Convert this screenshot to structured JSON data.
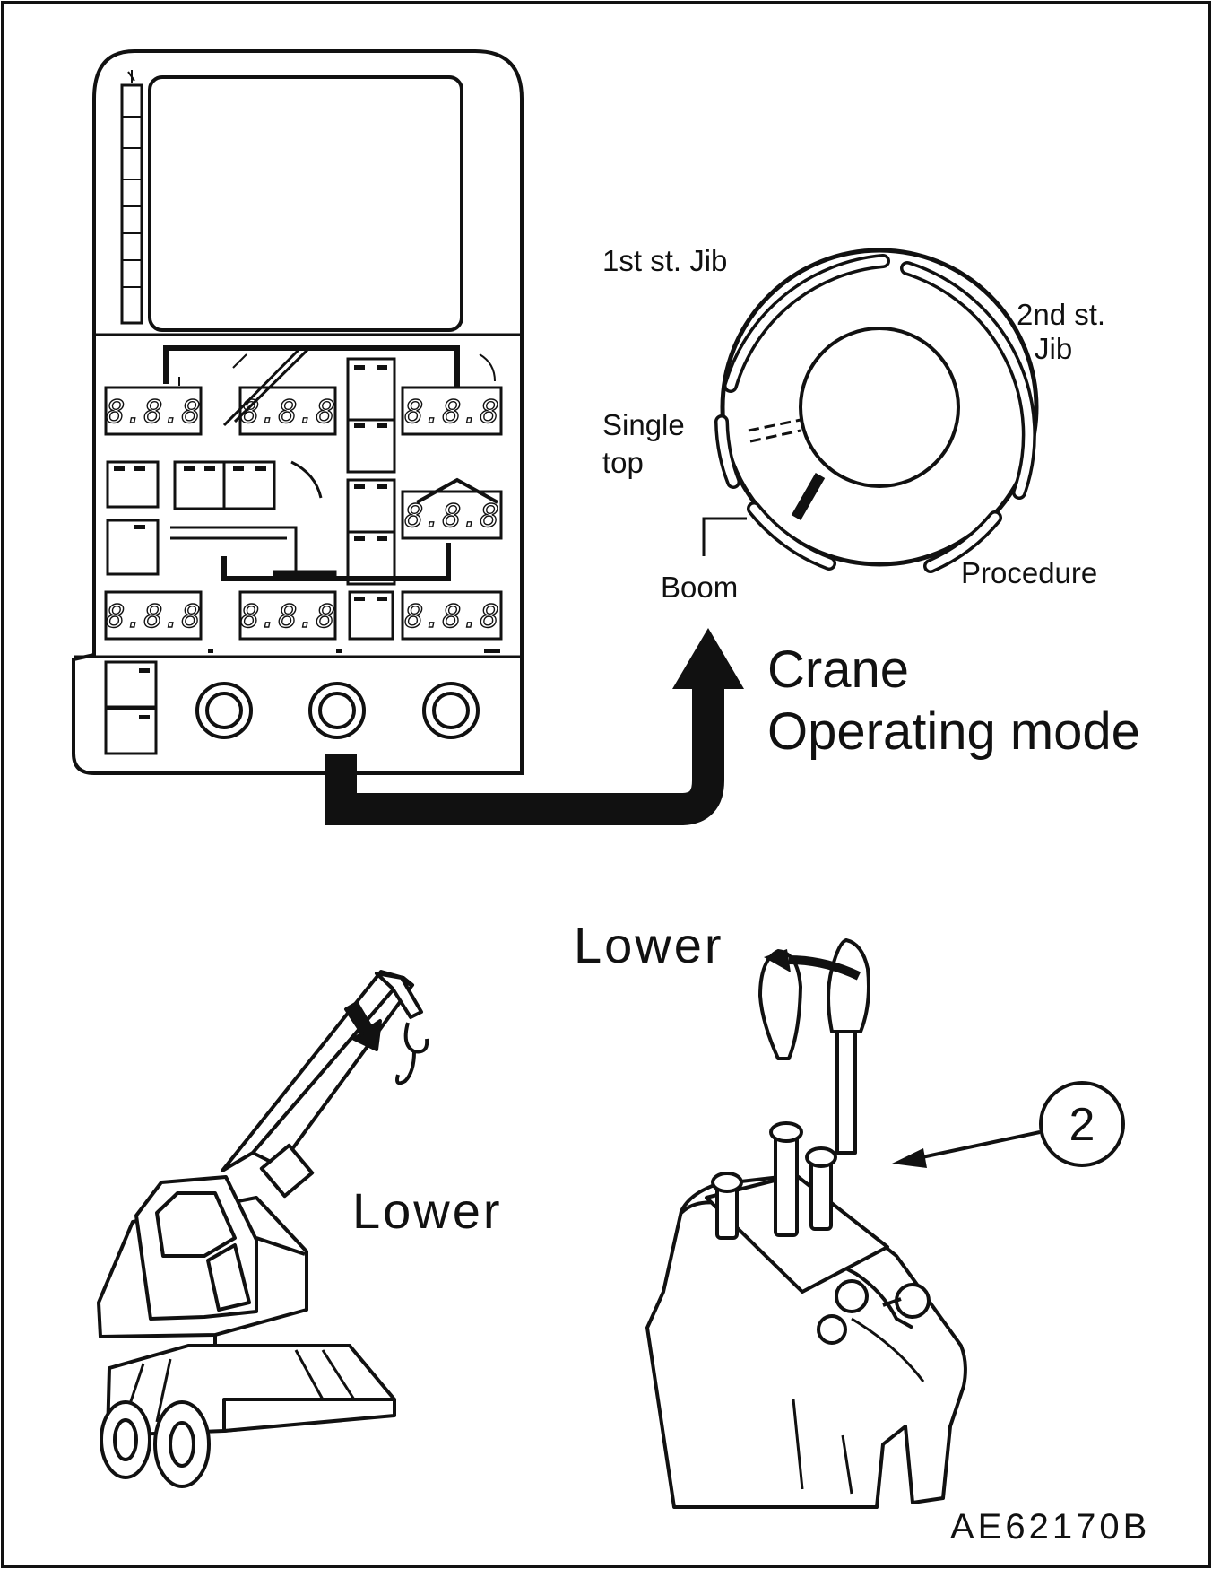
{
  "mode_selector": {
    "positions": [
      "1st st. Jib",
      "2nd st. Jib",
      "Single top",
      "Boom",
      "Procedure"
    ],
    "jib1_label": "1st st. Jib",
    "jib2_line1": "2nd st.",
    "jib2_line2": "Jib",
    "single_line1": "Single",
    "single_line2": "top",
    "boom_label": "Boom",
    "procedure_label": "Procedure",
    "selected": "Boom"
  },
  "crane_mode": {
    "line1": "Crane",
    "line2": "Operating mode"
  },
  "monitor": {
    "display_readouts": [
      "8.8.8",
      "8.8.8",
      "8.8.8",
      "8.8.8",
      "8.8.8",
      "8.8.8",
      "8.8.8"
    ],
    "knob_count": 3
  },
  "boom_direction_label": "Lower",
  "lever_direction_label": "Lower",
  "lever_callout": "2",
  "figure_code": "AE62170B",
  "colors": {
    "ink": "#111111",
    "paper": "#ffffff"
  }
}
